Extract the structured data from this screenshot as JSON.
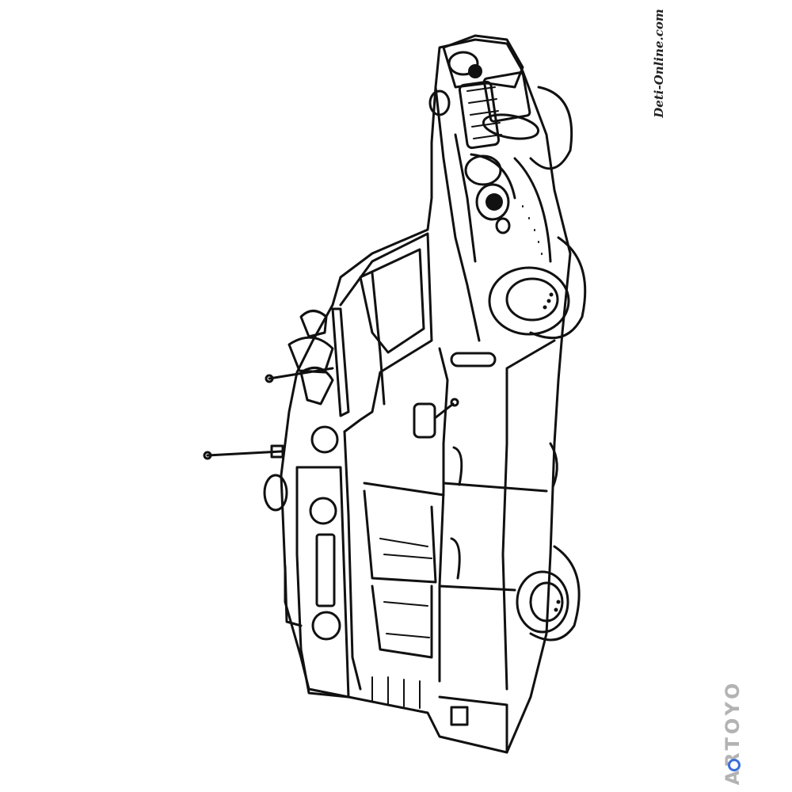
{
  "image": {
    "style": "black-and-white line art coloring page",
    "subject": "cartoon vehicle with eyes, rotated 90 degrees"
  },
  "watermarks": {
    "site": "Deti-Online.com",
    "brand": "ARTOYO",
    "brand_color": "#b3b3b3",
    "brand_accent_color": "#3b6fd8"
  },
  "colors": {
    "ink": "#111111",
    "background": "#ffffff"
  }
}
